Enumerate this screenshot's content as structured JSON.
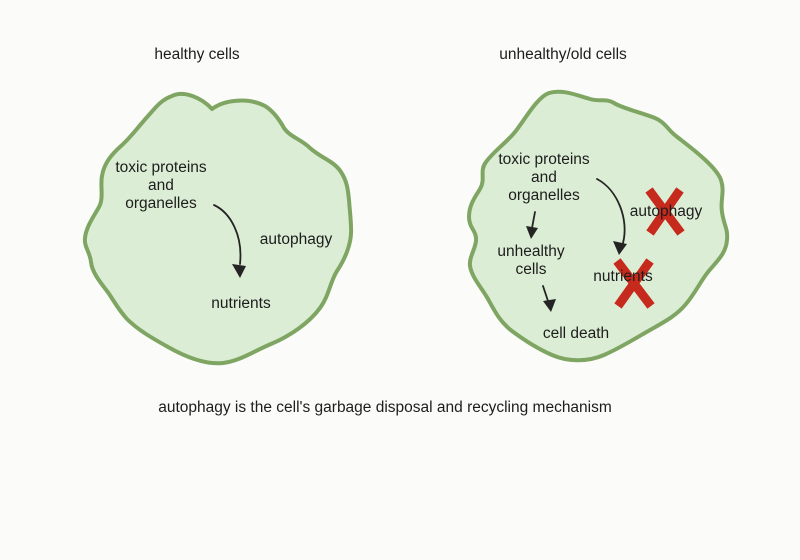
{
  "colors": {
    "background": "#fbfbf9",
    "cell_fill": "#dcedd5",
    "cell_stroke": "#7fa563",
    "ink": "#1d1d1d",
    "arrow": "#242424",
    "cross": "#c62a1c"
  },
  "icons": {
    "blocked_cross": "x-mark",
    "curved_arrow": "curved-down-arrow",
    "straight_arrow": "down-arrow"
  },
  "panels": {
    "healthy": {
      "title": "healthy cells",
      "source": "toxic proteins\nand\norganelles",
      "process": "autophagy",
      "result": "nutrients"
    },
    "unhealthy": {
      "title": "unhealthy/old cells",
      "source": "toxic proteins\nand\norganelles",
      "process": "autophagy",
      "result": "nutrients",
      "intermediate": "unhealthy\ncells",
      "outcome": "cell death"
    }
  },
  "caption": "autophagy is the cell's garbage disposal and recycling mechanism"
}
